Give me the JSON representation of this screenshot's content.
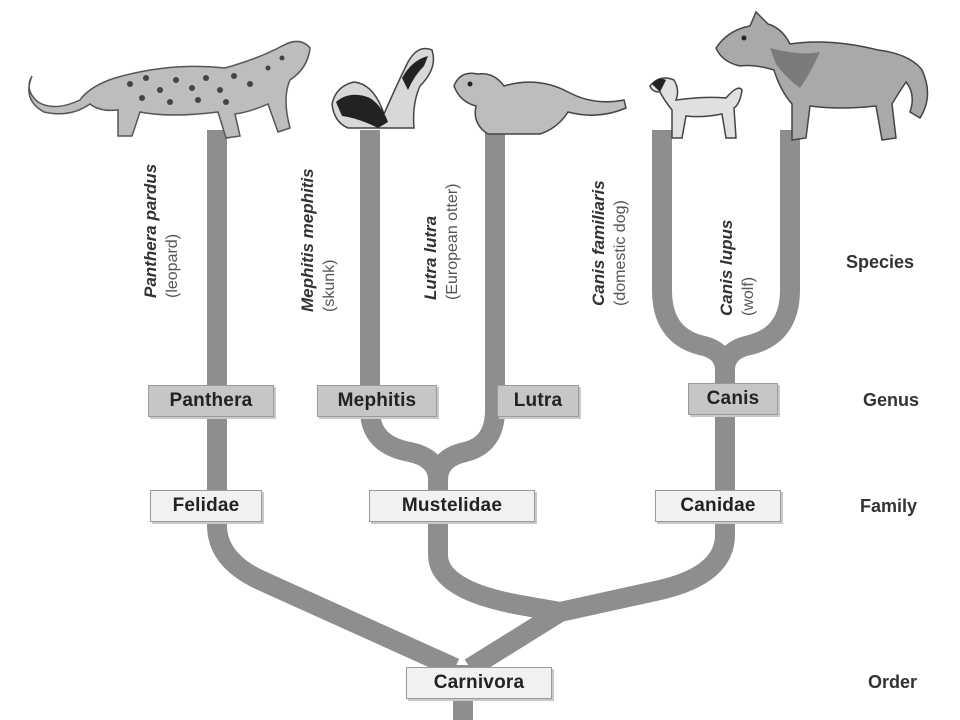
{
  "ranks": {
    "species": "Species",
    "genus": "Genus",
    "family": "Family",
    "order": "Order"
  },
  "order": {
    "label": "Carnivora"
  },
  "families": [
    {
      "label": "Felidae"
    },
    {
      "label": "Mustelidae"
    },
    {
      "label": "Canidae"
    }
  ],
  "genera": [
    {
      "label": "Panthera"
    },
    {
      "label": "Mephitis"
    },
    {
      "label": "Lutra"
    },
    {
      "label": "Canis"
    }
  ],
  "species": [
    {
      "scientific": "Panthera pardus",
      "common": "(leopard)"
    },
    {
      "scientific": "Mephitis mephitis",
      "common": "(skunk)"
    },
    {
      "scientific": "Lutra lutra",
      "common": "(European otter)"
    },
    {
      "scientific": "Canis familiaris",
      "common": "(domestic dog)"
    },
    {
      "scientific": "Canis lupus",
      "common": "(wolf)"
    }
  ],
  "colors": {
    "branch": "#8e8e8e",
    "genus_box": "#c6c6c6",
    "family_box": "#f1f1f1"
  },
  "illustrations": [
    "leopard-illustration",
    "skunk-illustration",
    "otter-illustration",
    "dog-illustration",
    "wolf-illustration"
  ]
}
